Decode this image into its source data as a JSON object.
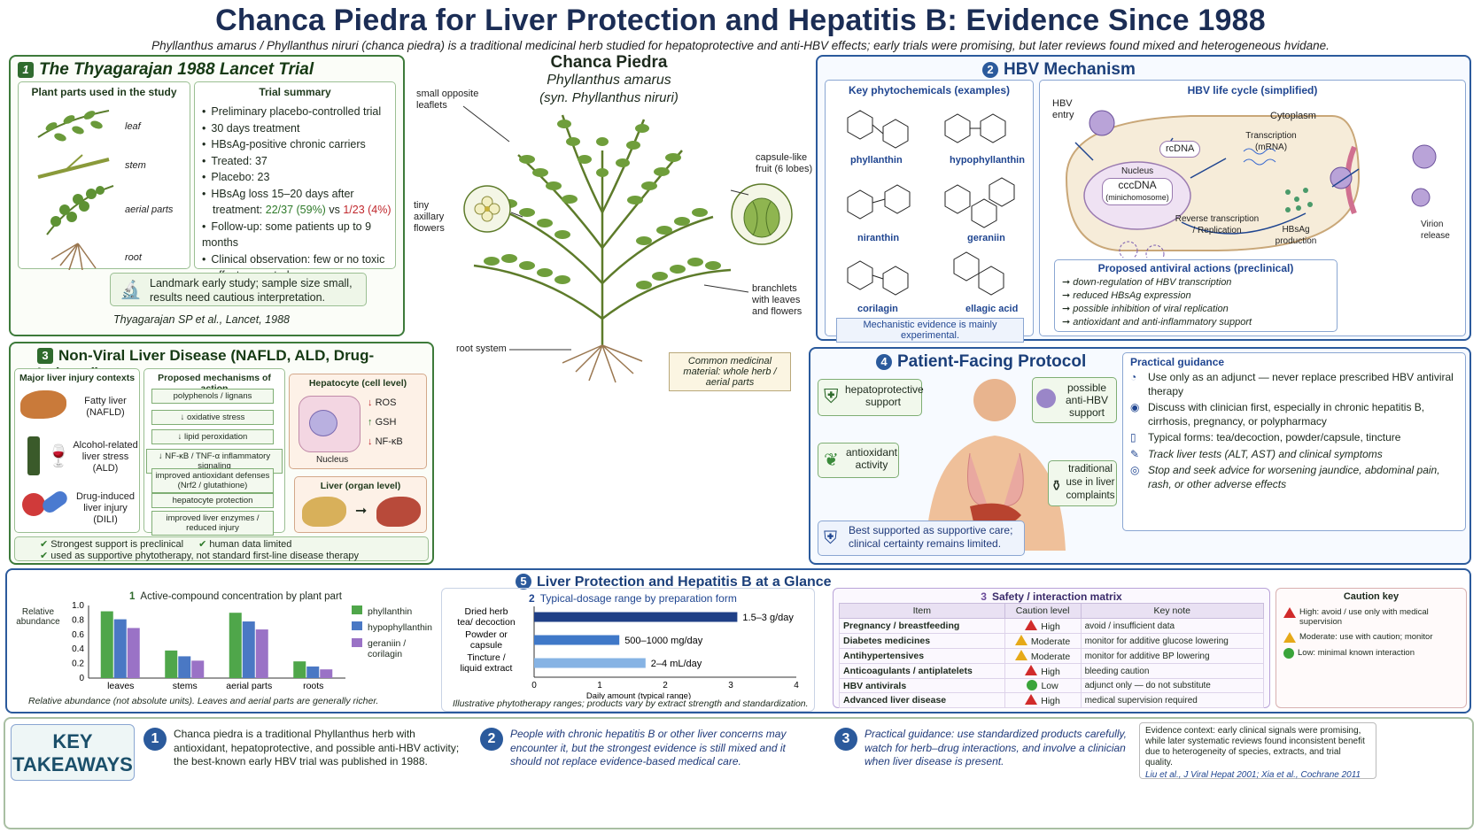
{
  "header": {
    "title": "Chanca Piedra for Liver Protection and Hepatitis B: Evidence Since 1988",
    "subtitle": "Phyllanthus amarus / Phyllanthus niruri (chanca piedra) is a traditional medicinal herb studied for hepatoprotective and anti-HBV effects; early trials were promising, but later reviews found mixed and heterogeneous hvidane."
  },
  "panel1": {
    "num": "1",
    "title": "The Thyagarajan 1988 Lancet Trial",
    "parts_heading": "Plant parts used in the study",
    "parts": [
      "leaf",
      "stem",
      "aerial parts",
      "root"
    ],
    "summary_heading": "Trial summary",
    "summary": [
      "Preliminary placebo-controlled trial",
      "30 days treatment",
      "HBsAg-positive chronic carriers",
      "Treated: 37",
      "Placebo: 23"
    ],
    "loss_line1": "HBsAg loss 15–20 days after",
    "loss_prefix": "treatment: ",
    "loss_treated": "22/37 (59%)",
    "loss_vs": " vs ",
    "loss_placebo": "1/23 (4%)",
    "summary2": [
      "Follow-up: some patients up to 9 months",
      "Clinical observation: few or no toxic effects reported"
    ],
    "note": "Landmark early study; sample size small, results need cautious interpretation.",
    "citation": "Thyagarajan SP et al., Lancet, 1988"
  },
  "plant": {
    "name": "Chanca Piedra",
    "species": "Phyllanthus amarus",
    "syn": "(syn. Phyllanthus niruri)",
    "labels": {
      "leaflets": "small opposite leaflets",
      "flowers": "tiny axillary flowers",
      "fruit": "capsule-like fruit (6 lobes)",
      "branchlets": "branchlets with leaves and flowers",
      "root": "root system"
    },
    "material": "Common medicinal material: whole herb / aerial parts"
  },
  "panel2": {
    "num": "2",
    "title": "HBV Mechanism",
    "phyto_heading": "Key phytochemicals (examples)",
    "compounds": [
      "phyllanthin",
      "hypophyllanthin",
      "niranthin",
      "geraniin",
      "corilagin",
      "ellagic acid"
    ],
    "mech_note": "Mechanistic evidence is mainly experimental.",
    "cycle_heading": "HBV life cycle (simplified)",
    "cycle": {
      "entry": "HBV entry",
      "cytoplasm": "Cytoplasm",
      "rcdna": "rcDNA",
      "nucleus": "Nucleus",
      "cccdna": "cccDNA",
      "minichromosome": "(minichomosome)",
      "transcription": "Transcription (mRNA)",
      "rt": "Reverse transcription / Replication",
      "hbsag": "HBsAg production",
      "release": "Virion release"
    },
    "actions_heading": "Proposed antiviral actions (preclinical)",
    "actions": [
      "down-regulation of HBV transcription",
      "reduced HBsAg expression",
      "possible inhibition of viral replication",
      "antioxidant and anti-inflammatory support"
    ]
  },
  "panel3": {
    "num": "3",
    "title": "Non-Viral Liver Disease (NAFLD, ALD, Drug-Induced)",
    "contexts_heading": "Major liver injury contexts",
    "contexts": [
      "Fatty liver (NAFLD)",
      "Alcohol-related liver stress (ALD)",
      "Drug-induced liver injury (DILI)"
    ],
    "mech_heading": "Proposed mechanisms of action",
    "mechanisms": [
      "polyphenols / lignans",
      "↓ oxidative stress",
      "↓ lipid peroxidation",
      "↓ NF-κB / TNF-α inflammatory signaling",
      "improved antioxidant defenses (Nrf2 / glutathione)",
      "hepatocyte protection",
      "improved liver enzymes / reduced injury"
    ],
    "cell_heading": "Hepatocyte (cell level)",
    "cell_markers": [
      "ROS",
      "GSH",
      "NF-κB"
    ],
    "nucleus": "Nucleus",
    "organ_heading": "Liver (organ level)",
    "footer1a": "Strongest support is preclinical",
    "footer1b": "human data limited",
    "footer2": "used as supportive phytotherapy, not standard first-line disease therapy"
  },
  "panel4": {
    "num": "4",
    "title": "Patient-Facing Protocol",
    "badges": [
      "hepatoprotective support",
      "possible anti-HBV support",
      "antioxidant activity",
      "traditional use in liver complaints"
    ],
    "note": "Best supported as supportive care; clinical certainty remains limited.",
    "guidance_heading": "Practical guidance",
    "guidance": [
      "Use only as an adjunct — never replace prescribed HBV antiviral therapy",
      "Discuss with clinician first, especially in chronic hepatitis B, cirrhosis, pregnancy, or polypharmacy",
      "Typical forms: tea/decoction, powder/capsule, tincture",
      "Track liver tests (ALT, AST) and clinical symptoms",
      "Stop and seek advice for worsening jaundice, abdominal pain, rash, or other adverse effects"
    ]
  },
  "panel5": {
    "num": "5",
    "title": "Liver Protection and  Hepatitis B at a Glance",
    "chart1_caption": "Relative abundance (not absolute units). Leaves and aerial parts are generally richer.",
    "chart2_caption": "Illustrative phytotherapy ranges; products vary by extract strength and standardization.",
    "safety": {
      "title": "Safety / interaction matrix",
      "num": "3",
      "headers": [
        "Item",
        "Caution level",
        "Key note"
      ],
      "rows": [
        {
          "item": "Pregnancy / breastfeeding",
          "level": "High",
          "note": "avoid / insufficient data",
          "icon": "high"
        },
        {
          "item": "Diabetes medicines",
          "level": "Moderate",
          "note": "monitor for additive glucose lowering",
          "icon": "mod"
        },
        {
          "item": "Antihypertensives",
          "level": "Moderate",
          "note": "monitor for additive BP lowering",
          "icon": "mod"
        },
        {
          "item": "Anticoagulants / antiplatelets",
          "level": "High",
          "note": "bleeding caution",
          "icon": "high"
        },
        {
          "item": "HBV antivirals",
          "level": "Low",
          "note": "adjunct only — do not substitute",
          "icon": "low"
        },
        {
          "item": "Advanced liver disease",
          "level": "High",
          "note": "medical supervision required",
          "icon": "high"
        }
      ],
      "key_heading": "Caution key",
      "key": [
        "High: avoid / use only with medical supervision",
        "Moderate: use with caution; monitor",
        "Low: minimal known interaction"
      ]
    }
  },
  "takeaways": {
    "heading": "KEY TAKEAWAYS",
    "items": [
      {
        "n": "1",
        "text": "Chanca piedra is a traditional Phyllanthus herb with antioxidant, hepatoprotective, and possible anti-HBV activity; the best-known early HBV trial was published in 1988."
      },
      {
        "n": "2",
        "text": "People with chronic hepatitis B or other liver concerns may encounter it, but the strongest evidence is still mixed and it should not replace evidence-based medical care."
      },
      {
        "n": "3",
        "text": "Practical guidance: use standardized products carefully, watch for herb–drug interactions, and involve a clinician when liver disease is present."
      }
    ],
    "evidence": "Evidence context: early clinical signals were promising, while later systematic reviews found inconsistent benefit due to heterogeneity of species, extracts, and trial quality.",
    "evidence_cite": "Liu et al., J Viral Hepat 2001; Xia et al., Cochrane 2011"
  },
  "chart_data": [
    {
      "type": "bar",
      "title": "Active-compound concentration by plant part",
      "title_num": "1",
      "ylabel": "Relative abundance",
      "categories": [
        "leaves",
        "stems",
        "aerial parts",
        "roots"
      ],
      "series": [
        {
          "name": "phyllanthin",
          "values": [
            0.92,
            0.38,
            0.9,
            0.23
          ],
          "color": "#4fa64a"
        },
        {
          "name": "hypophyllanthin",
          "values": [
            0.81,
            0.3,
            0.78,
            0.16
          ],
          "color": "#4a78c4"
        },
        {
          "name": "geraniin / corilagin",
          "values": [
            0.69,
            0.24,
            0.67,
            0.12
          ],
          "color": "#9a72c6"
        }
      ],
      "ylim": [
        0,
        1.0
      ],
      "yticks": [
        "0",
        "0.2",
        "0.4",
        "0.6",
        "0.8",
        "1.0"
      ],
      "legend": "right"
    },
    {
      "type": "bar",
      "orientation": "horizontal",
      "title": "Typical-dosage range by preparation form",
      "title_num": "2",
      "xlabel": "Daily amount (typical range)",
      "categories": [
        "Dried herb tea/ decoction",
        "Powder or capsule",
        "Tincture / liquid extract"
      ],
      "values": [
        3.1,
        1.3,
        1.7
      ],
      "value_labels": [
        "1.5–3 g/day",
        "500–1000 mg/day",
        "2–4 mL/day"
      ],
      "colors": [
        "#1f3f86",
        "#3f78c8",
        "#86b3e4"
      ],
      "xlim": [
        0,
        4
      ],
      "xticks": [
        "0",
        "1",
        "2",
        "3",
        "4"
      ]
    }
  ]
}
